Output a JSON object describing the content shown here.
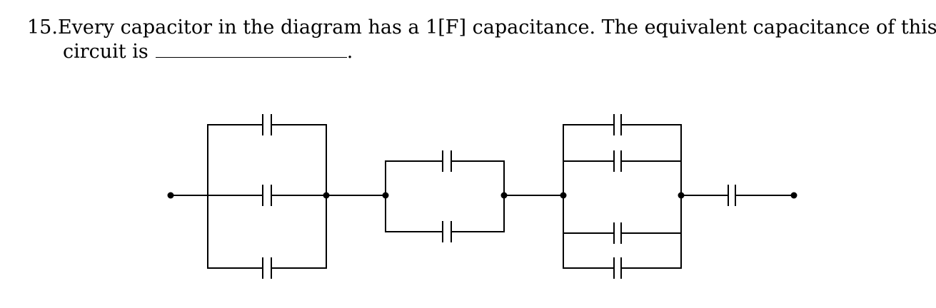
{
  "question": {
    "number": "15.",
    "line1_text": "Every capacitor in the diagram has a 1[F] capacitance.  The equivalent capacitance of this",
    "line2_text": "circuit is",
    "line2_end": "."
  },
  "diagram": {
    "components": "capacitor",
    "groups": [
      {
        "name": "group-1",
        "arrangement": "parallel",
        "capacitor_count": 3
      },
      {
        "name": "group-2",
        "arrangement": "parallel",
        "capacitor_count": 2
      },
      {
        "name": "group-3",
        "arrangement": "parallel",
        "capacitor_count": 4
      },
      {
        "name": "group-4",
        "arrangement": "single",
        "capacitor_count": 1
      }
    ],
    "connection_between_groups": "series"
  }
}
